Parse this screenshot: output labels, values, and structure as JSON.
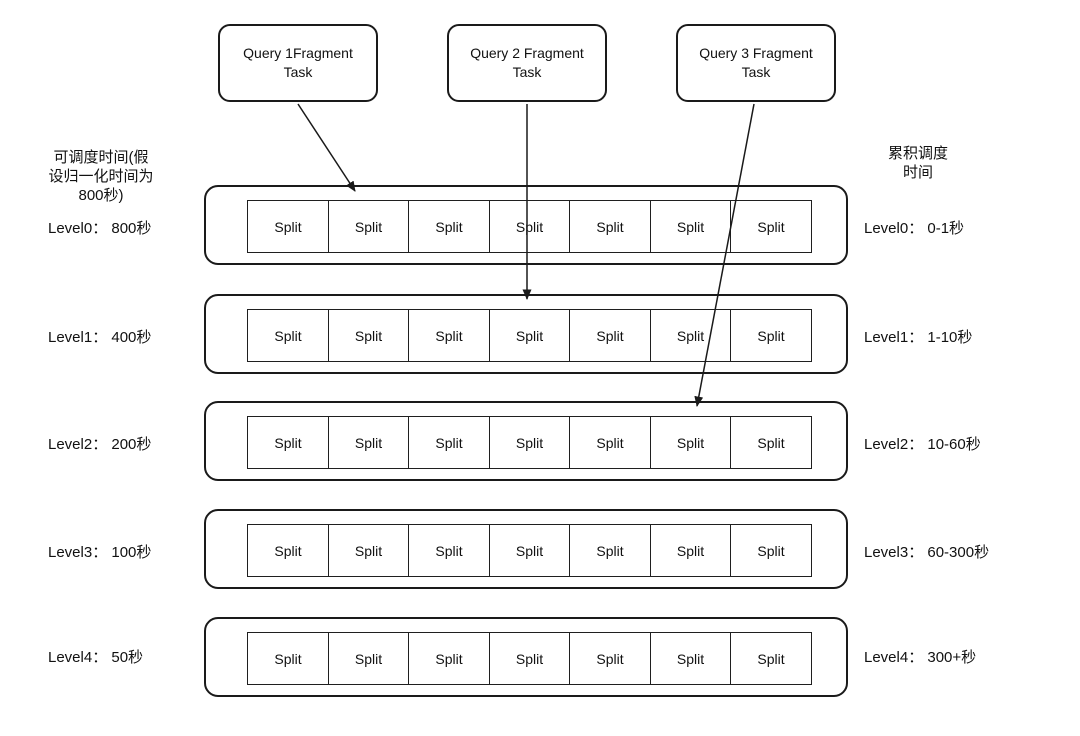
{
  "query_boxes": [
    {
      "label": "Query 1Fragment Task"
    },
    {
      "label": "Query 2 Fragment Task"
    },
    {
      "label": "Query 3 Fragment Task"
    }
  ],
  "left_axis": {
    "header": "可调度时间(假\n设归一化时间为\n800秒)"
  },
  "right_axis": {
    "header": "累积调度\n时间"
  },
  "levels": [
    {
      "left_label": "Level0： 800秒",
      "right_label": "Level0： 0-1秒"
    },
    {
      "left_label": "Level1： 400秒",
      "right_label": "Level1： 1-10秒"
    },
    {
      "left_label": "Level2： 200秒",
      "right_label": "Level2： 10-60秒"
    },
    {
      "left_label": "Level3： 100秒",
      "right_label": "Level3： 60-300秒"
    },
    {
      "left_label": "Level4： 50秒",
      "right_label": "Level4： 300+秒"
    }
  ],
  "split_label": "Split",
  "splits_per_level": 7,
  "arrows": [
    {
      "from": "Query 1Fragment Task",
      "to_level": "Level0",
      "to_split_index": 2
    },
    {
      "from": "Query 2 Fragment Task",
      "to_level": "Level1",
      "to_split_index": 4
    },
    {
      "from": "Query 3 Fragment Task",
      "to_level": "Level2",
      "to_split_index": 6
    }
  ],
  "colors": {
    "stroke": "#1a1a1a",
    "background": "#ffffff"
  }
}
